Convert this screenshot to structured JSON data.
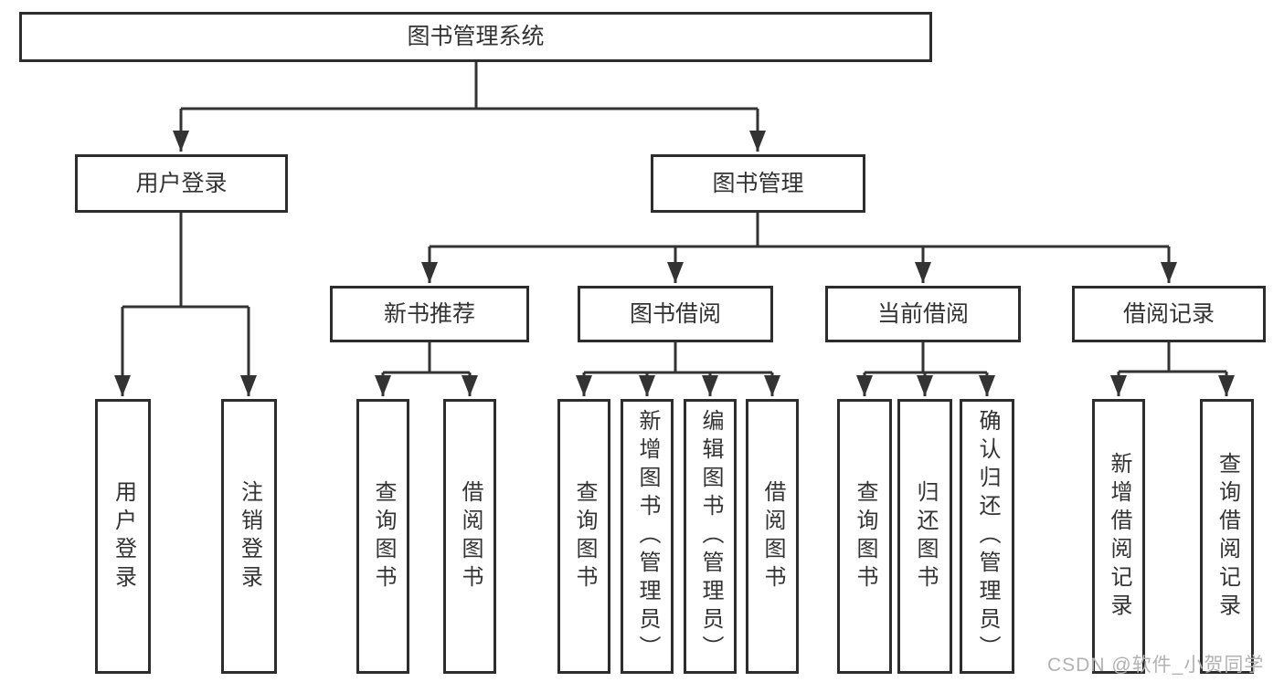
{
  "diagram": {
    "root": "图书管理系统",
    "level2": [
      "用户登录",
      "图书管理"
    ],
    "level3": [
      "新书推荐",
      "图书借阅",
      "当前借阅",
      "借阅记录"
    ],
    "leaves_login": [
      "用户登录",
      "注销登录"
    ],
    "leaves_newbook": [
      "查询图书",
      "借阅图书"
    ],
    "leaves_bookborrow": [
      "查询图书",
      "新增图书（管理员）",
      "编辑图书（管理员）",
      "借阅图书"
    ],
    "leaves_current": [
      "查询图书",
      "归还图书",
      "确认归还（管理员）"
    ],
    "leaves_records": [
      "新增借阅记录",
      "查询借阅记录"
    ]
  },
  "watermark": "CSDN @软件_小贺同学",
  "colors": {
    "line": "#333333",
    "box_border": "#2d2d2d",
    "text": "#333333",
    "watermark": "#b2b2b2",
    "background": "#ffffff"
  }
}
